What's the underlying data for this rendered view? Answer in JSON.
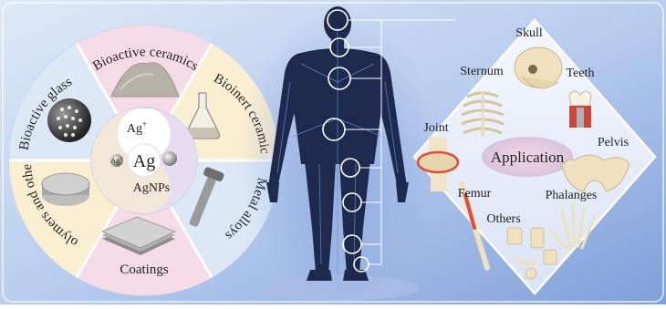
{
  "wheel": {
    "segments": {
      "bioactive_ceramics": "Bioactive ceramics",
      "bioinert_ceramics": "Bioinert ceramics",
      "metal_alloys": "Metal alloys",
      "coatings": "Coatings",
      "polymers_and_others": "Polymers and others",
      "bioactive_glass": "Bioactive glass"
    },
    "center": {
      "ag_ion_main": "Ag",
      "ag_ion_sup": "+",
      "ag_small_main": "Ag",
      "ag_small_sup": "+",
      "ag": "Ag",
      "agnps": "AgNPs"
    }
  },
  "application": {
    "title": "Application",
    "labels": {
      "skull": "Skull",
      "sternum": "Sternum",
      "teeth": "Teeth",
      "joint": "Joint",
      "pelvis": "Pelvis",
      "femur": "Femur",
      "phalanges": "Phalanges",
      "others": "Others"
    }
  },
  "colors": {
    "background_blue": "#9fb8e3",
    "body_navy": "#1d2a4d",
    "ring_pink": "#f5dbe6",
    "ring_yellow": "#fbefd1",
    "ring_blue": "#dce8f6",
    "ring_lilac": "#e6dcef"
  }
}
